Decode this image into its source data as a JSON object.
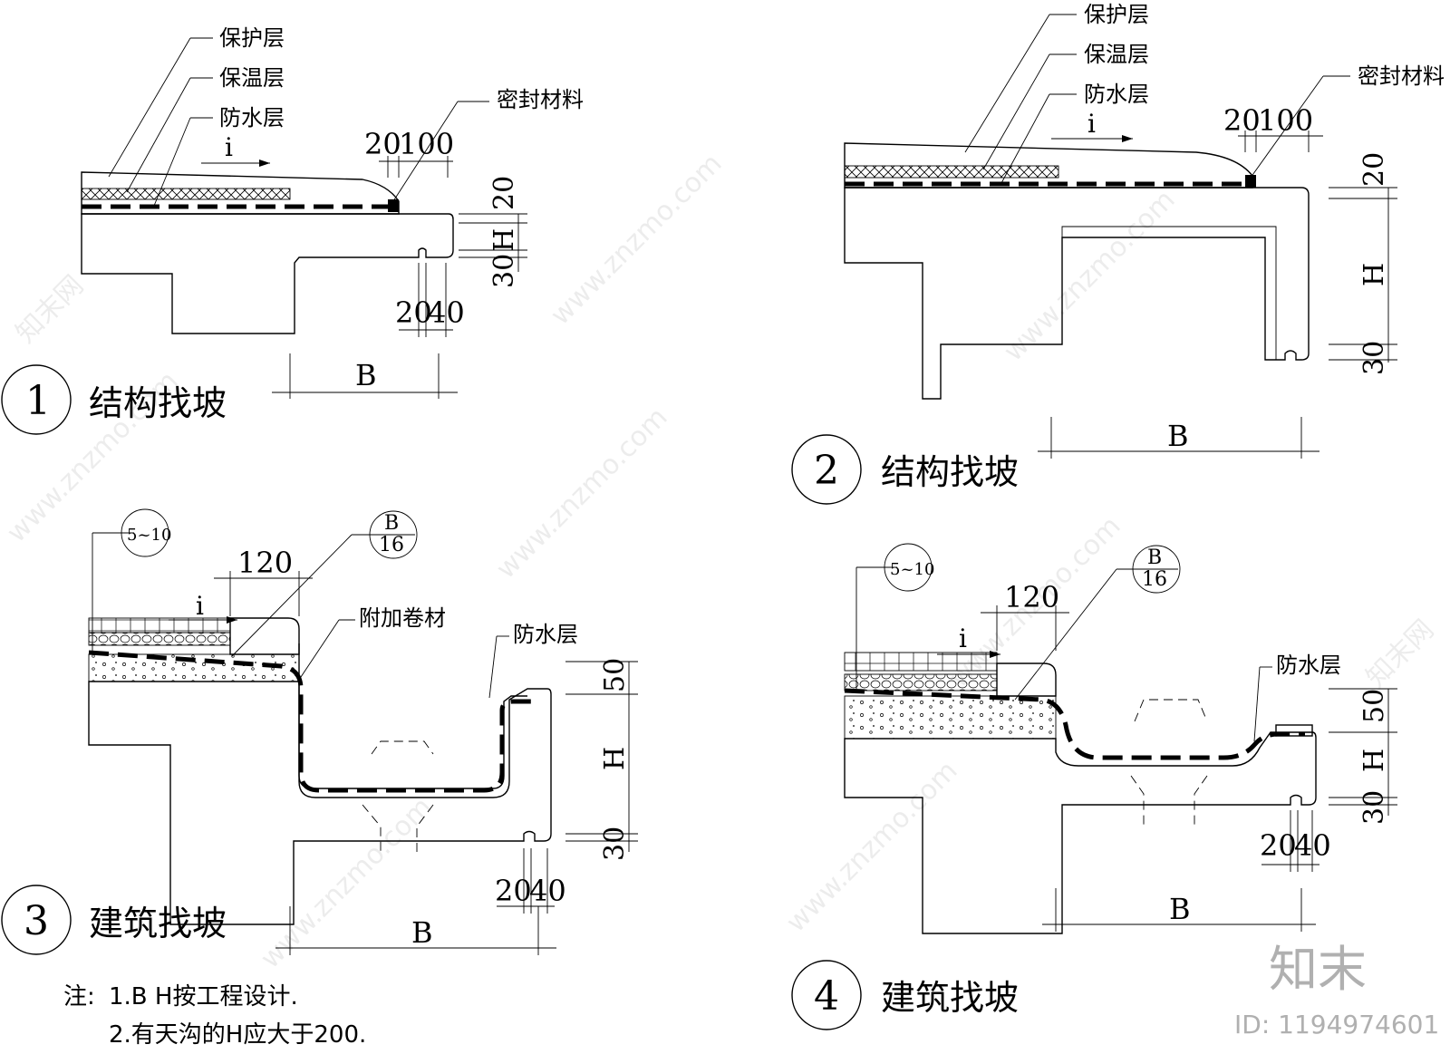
{
  "detail1": {
    "labels": {
      "protect": "保护层",
      "insulate": "保温层",
      "waterproof": "防水层",
      "seal": "密封材料"
    },
    "slope": "i",
    "dims": {
      "top_a": "20",
      "top_b": "100",
      "right_a": "20",
      "right_b": "30",
      "right_h": "H",
      "bottom_a": "20",
      "bottom_b": "40",
      "width": "B"
    },
    "number": "1",
    "title": "结构找坡"
  },
  "detail2": {
    "labels": {
      "protect": "保护层",
      "insulate": "保温层",
      "waterproof": "防水层",
      "seal": "密封材料"
    },
    "slope": "i",
    "dims": {
      "top_a": "20",
      "top_b": "100",
      "right_a": "20",
      "right_b": "30",
      "right_h": "H",
      "width": "B"
    },
    "number": "2",
    "title": "结构找坡"
  },
  "detail3": {
    "ref_a": "5~10",
    "ref_b_top": "B",
    "ref_b_bottom": "16",
    "dim_120": "120",
    "slope": "i",
    "labels": {
      "extra": "附加卷材",
      "waterproof": "防水层"
    },
    "dims": {
      "right_a": "50",
      "right_h": "H",
      "right_b": "30",
      "bottom_a": "20",
      "bottom_b": "40",
      "width": "B"
    },
    "number": "3",
    "title": "建筑找坡"
  },
  "detail4": {
    "ref_a": "5~10",
    "ref_b_top": "B",
    "ref_b_bottom": "16",
    "dim_120": "120",
    "slope": "i",
    "labels": {
      "waterproof": "防水层"
    },
    "dims": {
      "right_a": "50",
      "right_h": "H",
      "right_b": "30",
      "bottom_a": "20",
      "bottom_b": "40",
      "width": "B"
    },
    "number": "4",
    "title": "建筑找坡"
  },
  "notes": {
    "prefix": "注:",
    "line1": "1.B H按工程设计.",
    "line2": "2.有天沟的H应大于200."
  },
  "watermark": {
    "site": "www.znzmo.com",
    "brand": "知末网",
    "logo": "知末",
    "id": "ID: 1194974601"
  }
}
